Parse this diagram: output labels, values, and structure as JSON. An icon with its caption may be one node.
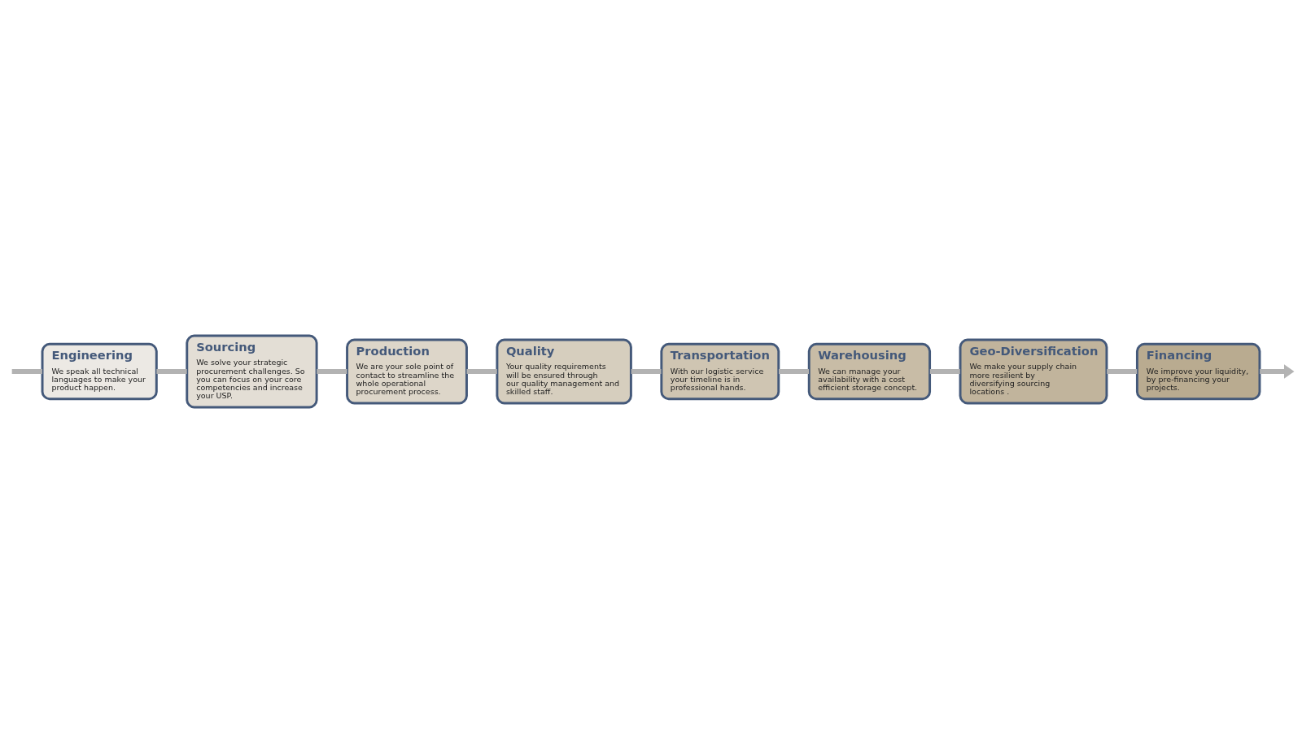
{
  "diagram": {
    "nodes": [
      {
        "text": [
          "Engineering",
          "We speak all technical languages to make your product happen."
        ]
      },
      {
        "text": [
          "Sourcing",
          "We solve your strategic procurement challenges. So you can focus on your core competencies and increase your USP."
        ]
      },
      {
        "text": [
          "Production",
          "We are your sole point of contact to streamline the whole operational procurement process."
        ]
      },
      {
        "text": [
          "Quality",
          "Your quality requirements will be ensured through our quality management and skilled staff."
        ]
      },
      {
        "text": [
          "Transportation",
          "With our logistic service your timeline is in professional hands."
        ]
      },
      {
        "text": [
          "Warehousing",
          "We can manage your availability with a cost efficient storage concept."
        ]
      },
      {
        "text": [
          "Geo-Diversification",
          "We make your supply chain more resilient by diversifying sourcing locations ."
        ]
      },
      {
        "text": [
          "Financing",
          "We improve your liquidity, by pre-financing your projects."
        ]
      }
    ],
    "edges": [
      {
        "from": null,
        "to": 0,
        "arrow": "none"
      },
      {
        "from": 0,
        "to": 1,
        "arrow": "none"
      },
      {
        "from": 1,
        "to": 2,
        "arrow": "none"
      },
      {
        "from": 2,
        "to": 3,
        "arrow": "none"
      },
      {
        "from": 3,
        "to": 4,
        "arrow": "none"
      },
      {
        "from": 4,
        "to": 5,
        "arrow": "none"
      },
      {
        "from": 5,
        "to": 6,
        "arrow": "none"
      },
      {
        "from": 6,
        "to": 7,
        "arrow": "none"
      },
      {
        "from": 7,
        "to": null,
        "arrow": "to"
      }
    ]
  }
}
